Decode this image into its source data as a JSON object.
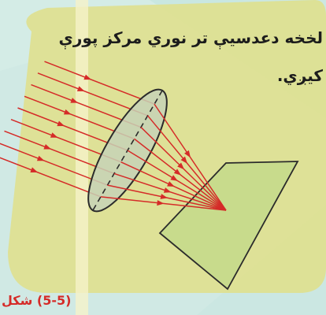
{
  "caption": {
    "line1": "لخخه دعدسيې تر نوري مرکز پورې",
    "line2": "کيږي."
  },
  "figure_label": "(5-5) شکل",
  "colors": {
    "background": "#c9e7e1",
    "yellow_band": "#dfe08e",
    "paper_strip": "#f5f3c9",
    "ray": "#d52b28",
    "lens_fill": "#c7d2b6",
    "lens_edge": "#2b2b2b",
    "screen_fill": "#c8db8c",
    "screen_edge": "#2b2b2b",
    "label": "#d52b28"
  },
  "rays": {
    "count": 9
  }
}
